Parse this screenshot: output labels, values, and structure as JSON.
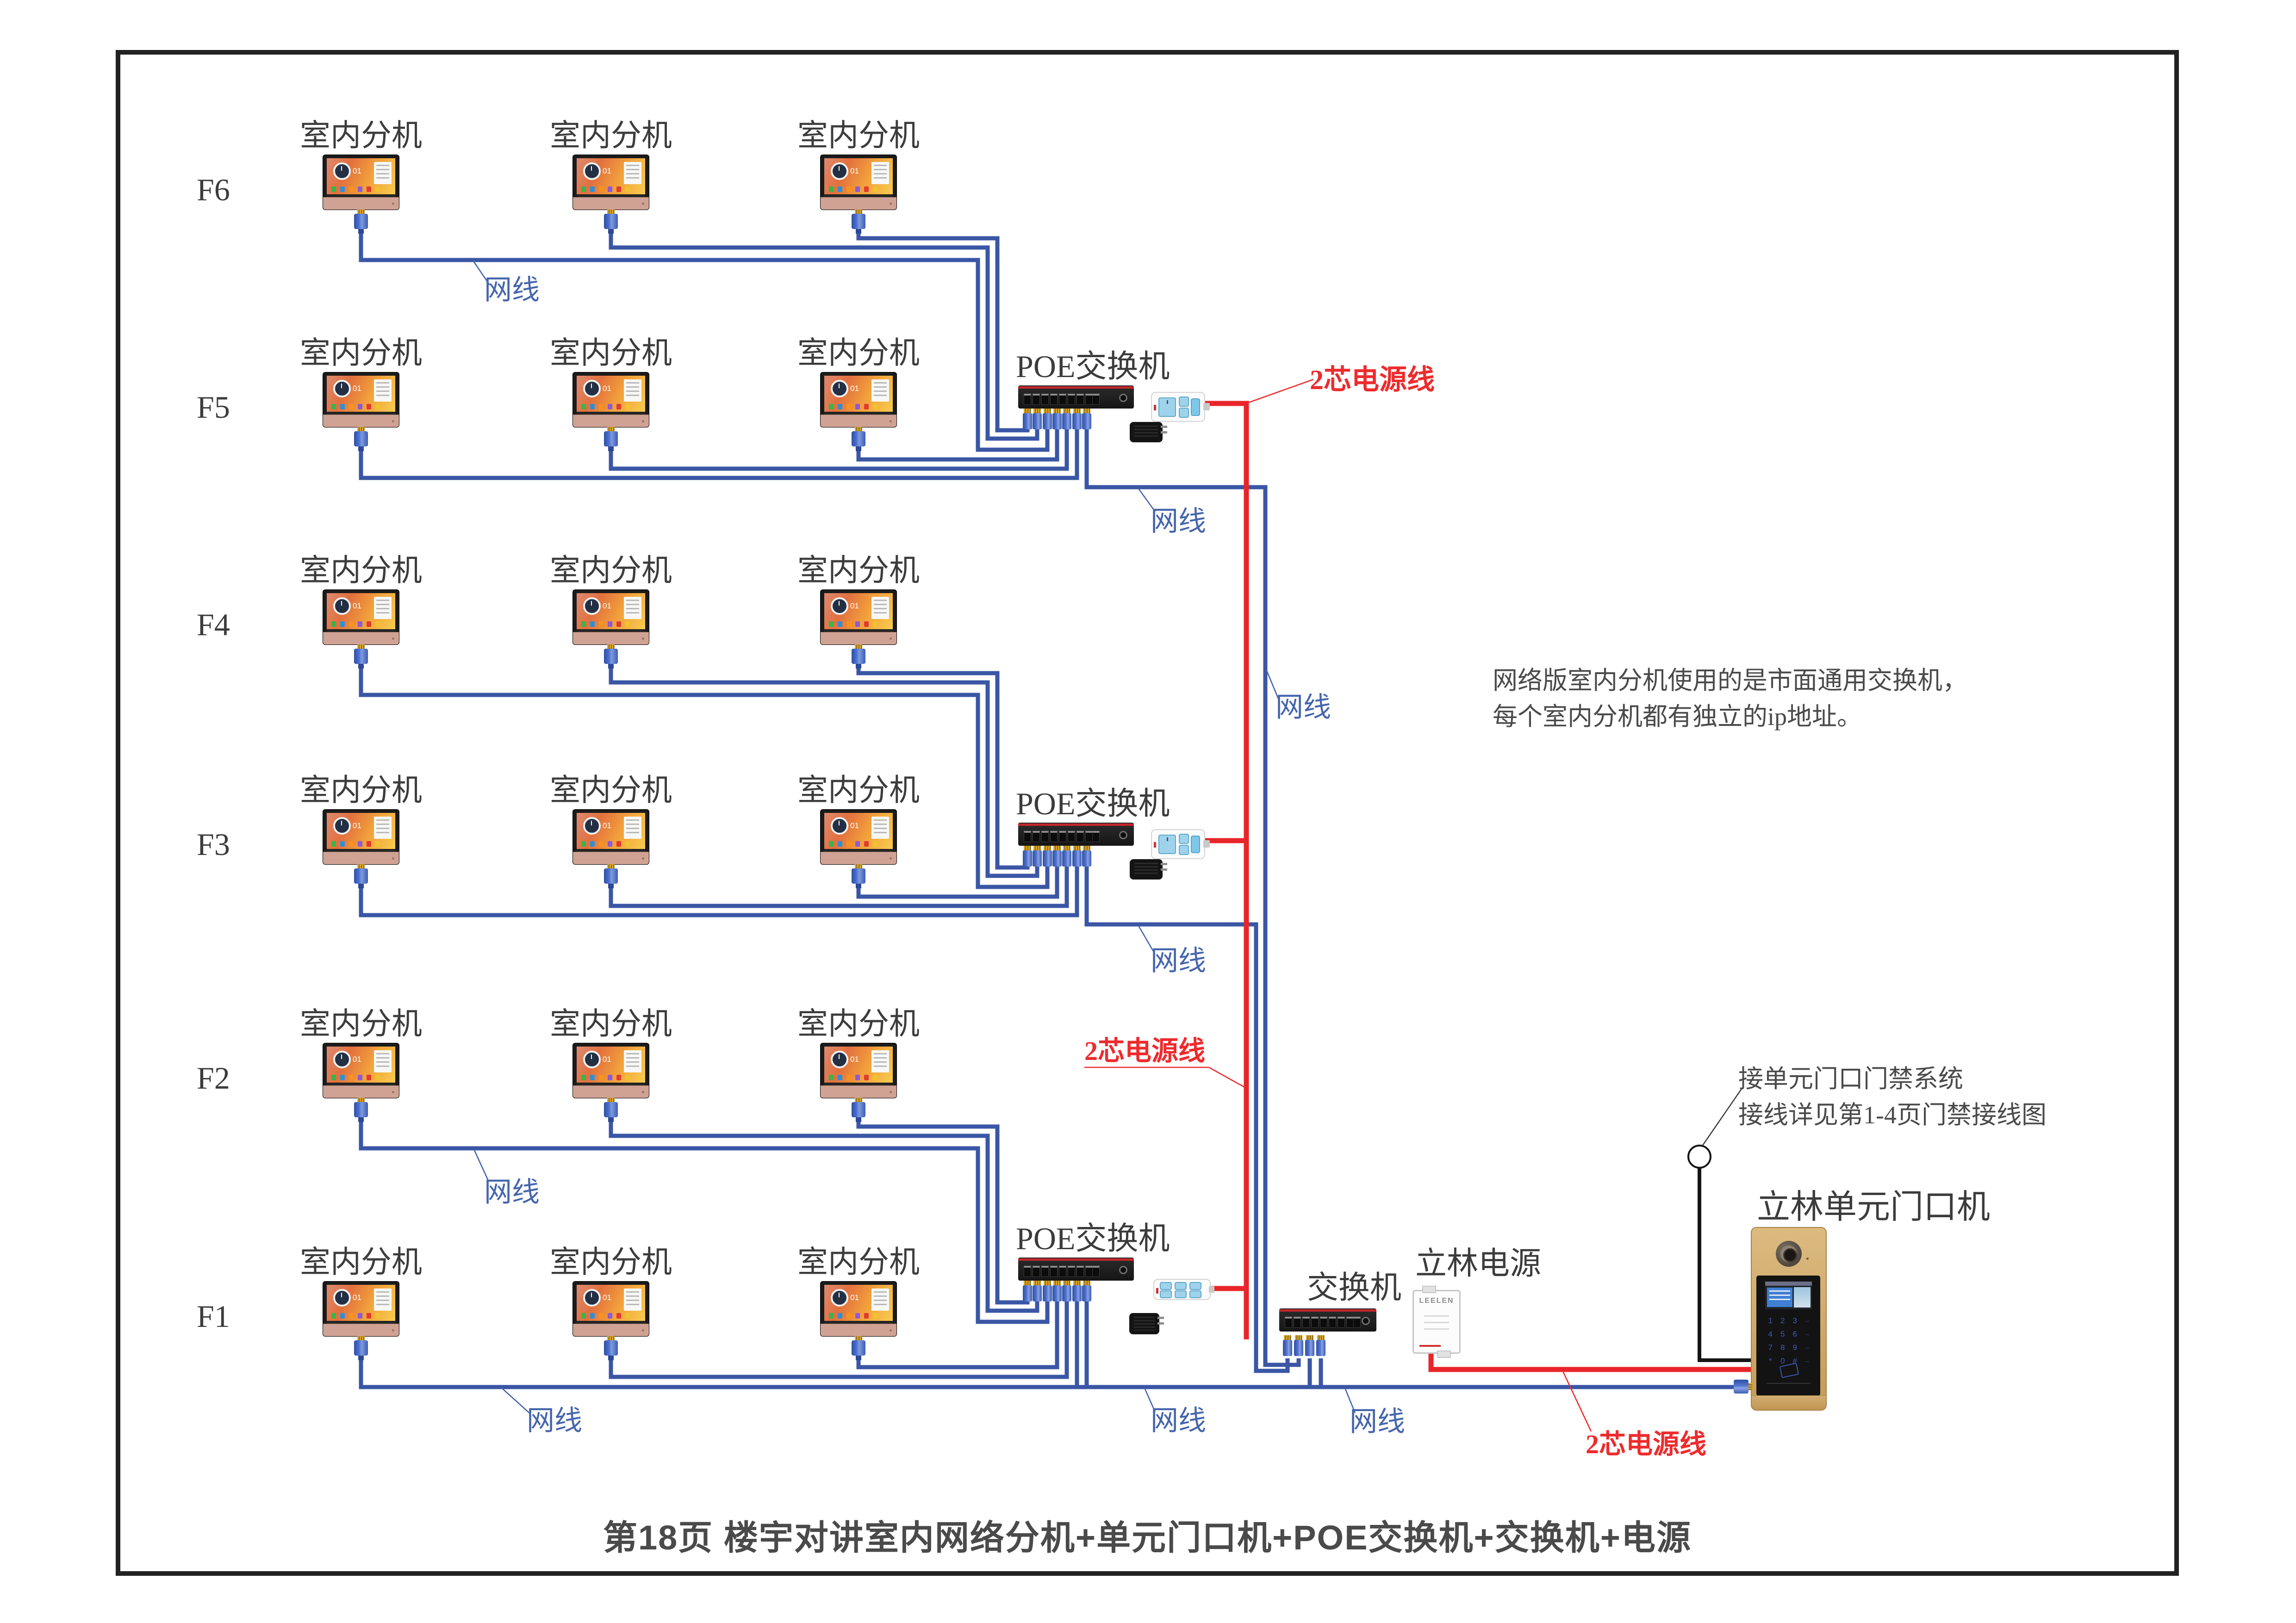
{
  "page": {
    "caption": "第18页  楼宇对讲室内网络分机+单元门口机+POE交换机+交换机+电源"
  },
  "labels": {
    "indoor_unit": "室内分机",
    "poe_switch": "POE交换机",
    "bottom_switch": "交换机",
    "power_supply": "立林电源",
    "door_station": "立林单元门口机",
    "net_cable": "网线",
    "power_cable": "2芯电源线"
  },
  "floors": [
    {
      "id": "F6"
    },
    {
      "id": "F5"
    },
    {
      "id": "F4"
    },
    {
      "id": "F3"
    },
    {
      "id": "F2"
    },
    {
      "id": "F1"
    }
  ],
  "annotation": {
    "line1": "网络版室内分机使用的是市面通用交换机，",
    "line2": "每个室内分机都有独立的ip地址。"
  },
  "door_note": {
    "line1": "接单元门口门禁系统",
    "line2": "接线详见第1-4页门禁接线图"
  },
  "devices": {
    "power_supply_brand": "LEELEN",
    "indoor_unit_clock": "01",
    "door_keypad": [
      "1",
      "2",
      "3",
      "4",
      "5",
      "6",
      "7",
      "8",
      "9",
      "*",
      "0",
      "#"
    ]
  },
  "colors": {
    "net_cable": "#3a56a5",
    "power_cable": "#e8252a",
    "access_cable": "#151515",
    "net_label": "#4565ad",
    "power_label": "#ee2b2d",
    "text": "#4a4a4a",
    "border": "#222222"
  }
}
